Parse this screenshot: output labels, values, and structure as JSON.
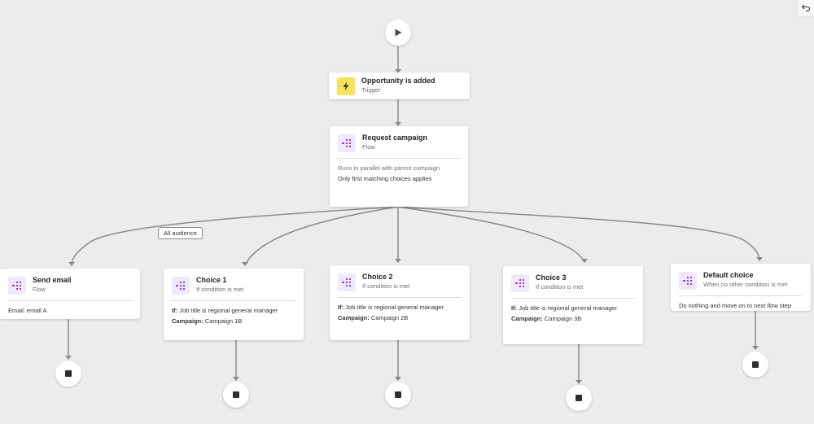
{
  "trigger_node": {
    "title": "Opportunity is added",
    "subtitle": "Trigger"
  },
  "request_node": {
    "title": "Request campaign",
    "subtitle": "Flow",
    "line1": "Runs in parallel with parent campaign",
    "line2": "Only first matching choices applies"
  },
  "audience_label": "All audience",
  "send_email_node": {
    "title": "Send email",
    "subtitle": "Flow",
    "body": "Email: email A"
  },
  "choices": [
    {
      "title": "Choice 1",
      "subtitle": "If condition is met",
      "if_label": "If:",
      "if_text": "Job title is regional general manager",
      "campaign_label": "Campaign:",
      "campaign_text": "Campaign 1B"
    },
    {
      "title": "Choice 2",
      "subtitle": "If condition is met",
      "if_label": "If:",
      "if_text": "Job title is regional general manager",
      "campaign_label": "Campaign:",
      "campaign_text": "Campaign 2B"
    },
    {
      "title": "Choice 3",
      "subtitle": "If condition is met",
      "if_label": "If:",
      "if_text": "Job title is regional general manager",
      "campaign_label": "Campaign:",
      "campaign_text": "Campaign 3B"
    }
  ],
  "default_node": {
    "title": "Default choice",
    "subtitle": "When no other condition is met",
    "body": "Do nothing and move on to next flow step"
  },
  "colors": {
    "trigger_accent": "#f8e25a",
    "flow_icon": "#8b3fd9",
    "connector": "#8a8a8a"
  }
}
